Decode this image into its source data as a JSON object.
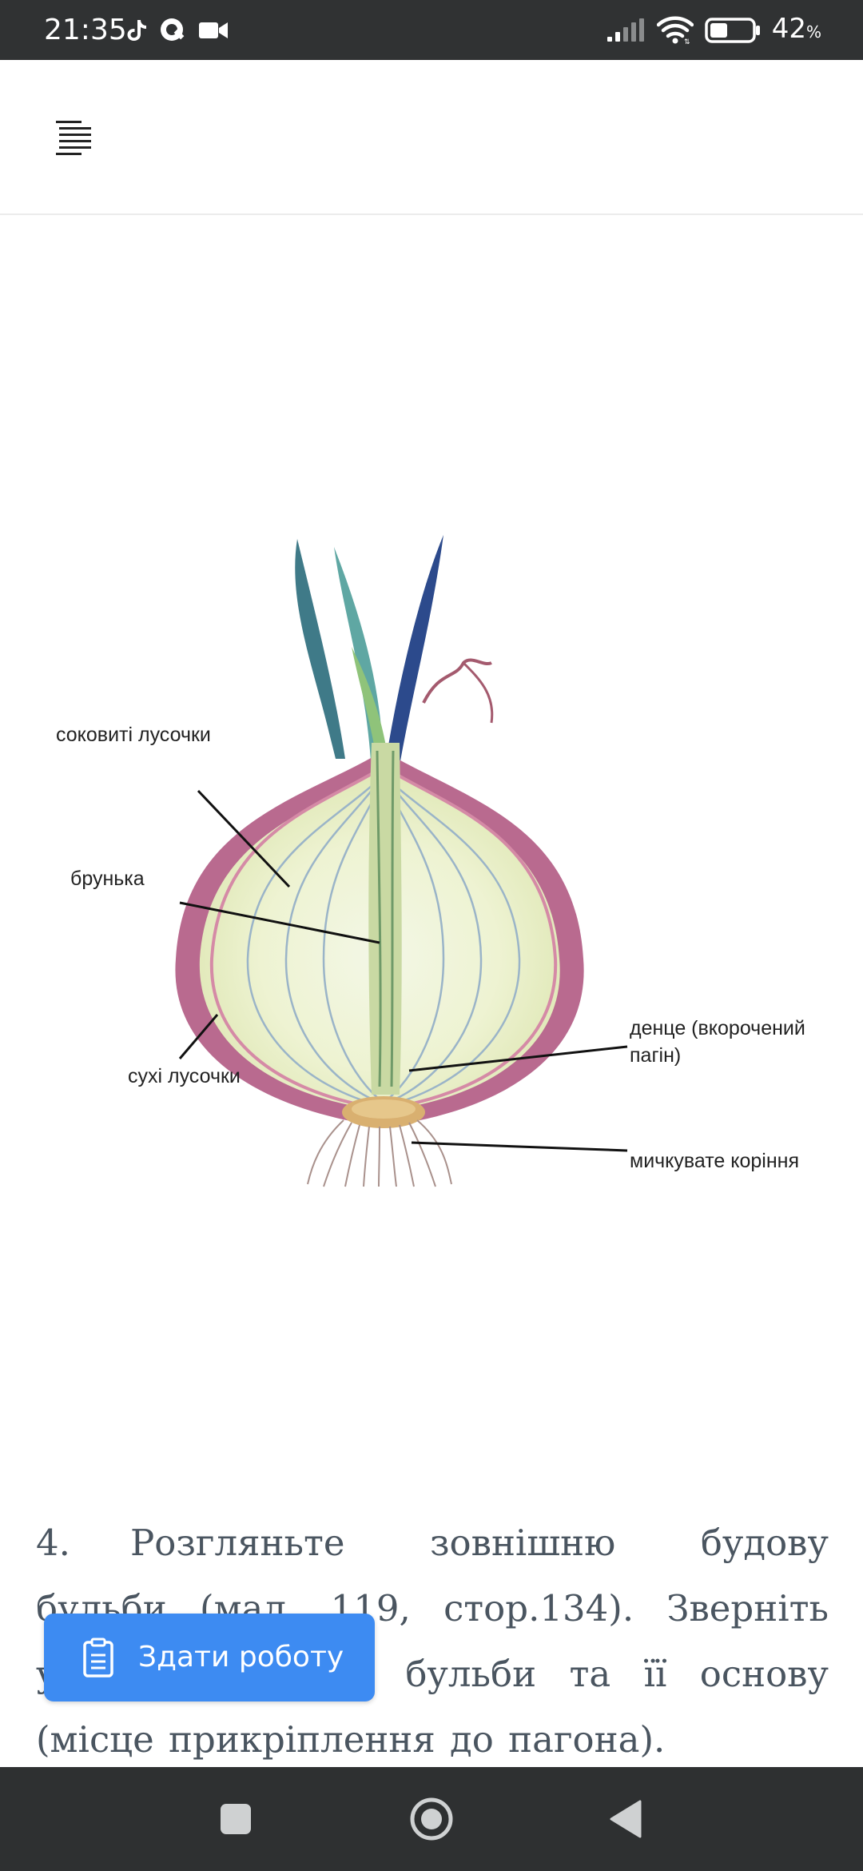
{
  "status_bar": {
    "time": "21:35",
    "battery_percent": "42",
    "battery_unit": "%",
    "battery_level": 0.42,
    "icons": [
      "tiktok-icon",
      "q-app-icon",
      "video-camera-icon",
      "signal-icon",
      "wifi-icon",
      "battery-icon"
    ]
  },
  "header": {
    "menu_icon": "text-align-menu-icon"
  },
  "figure": {
    "labels": {
      "succulent_scales": "соковиті лусочки",
      "bud": "брунька",
      "dry_scales": "сухі лусочки",
      "bottom_line1": "денце (вкорочений",
      "bottom_line2": "пагін)",
      "roots": "мичкувате коріння"
    }
  },
  "paragraph": {
    "number": "4.",
    "text": "Розгляньте зовнішню будову бульби (мал. 119, стор.134). Зверніть увагу на форму бульби та її основу (місце прикріплення до пагона)."
  },
  "submit_button": {
    "label": "Здати роботу",
    "icon": "clipboard-icon"
  },
  "nav_bar": {
    "icons": [
      "recent-apps-icon",
      "home-icon",
      "back-icon"
    ]
  },
  "colors": {
    "status_bar_bg": "#303233",
    "nav_bar_bg": "#2e3031",
    "accent": "#3d8bf2",
    "paragraph_text": "#4a5560"
  }
}
